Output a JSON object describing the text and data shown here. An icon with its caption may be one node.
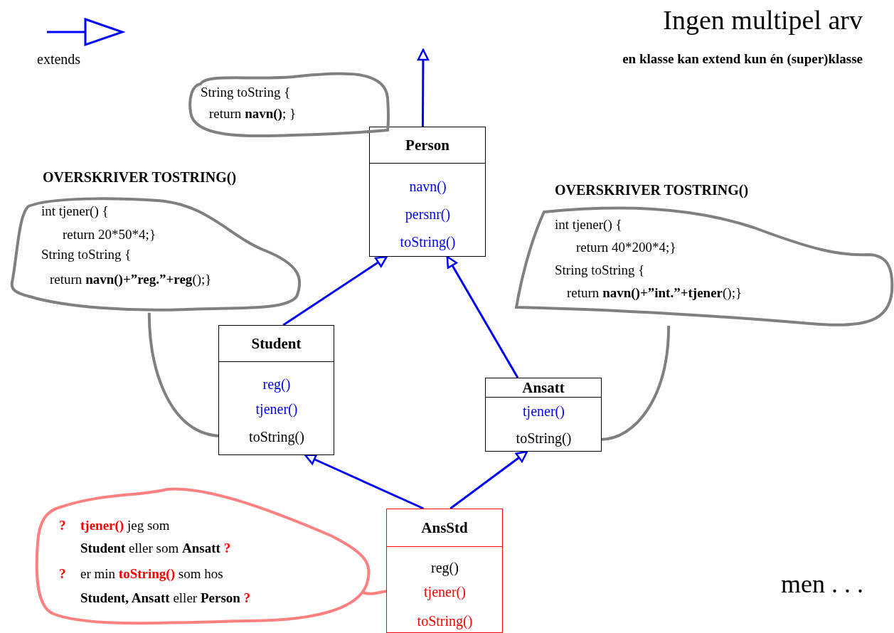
{
  "diagram": {
    "title": "Ingen multipel arv",
    "nodes": [
      {
        "text": [
          "Person"
        ]
      },
      {
        "text": [
          "navn()"
        ],
        "in": 0
      },
      {
        "text": [
          "persnr()"
        ],
        "in": 0
      },
      {
        "text": [
          "toString()"
        ],
        "in": 0
      },
      {
        "text": [
          "Student"
        ]
      },
      {
        "text": [
          "reg()"
        ],
        "in": 4
      },
      {
        "text": [
          "tjener()"
        ],
        "in": 4
      },
      {
        "text": [
          "toString()"
        ],
        "in": 4
      },
      {
        "text": [
          "Ansatt"
        ]
      },
      {
        "text": [
          "tjener()"
        ],
        "in": 8
      },
      {
        "text": [
          "toString()"
        ],
        "in": 8
      },
      {
        "text": [
          "AnsStd"
        ]
      },
      {
        "text": [
          "reg()"
        ],
        "in": 11
      },
      {
        "text": [
          "tjener()"
        ],
        "in": 11
      },
      {
        "text": [
          "toString()"
        ],
        "in": 11
      },
      {
        "text": [
          "String toString {",
          "return **navn()**; }"
        ]
      },
      {
        "text": [
          "OVERSKRIVER TOSTRING()",
          "int tjener() {",
          "return 20*50*4;}",
          "String toString {",
          "return **navn()+”reg.”+reg**();}"
        ]
      },
      {
        "text": [
          "OVERSKRIVER TOSTRING()",
          "int tjener() {",
          "return 40*200*4;}",
          "String toString {",
          "return **navn()+”int.”+tjener**();}"
        ]
      },
      {
        "text": [
          "?",
          "**tjener()** jeg som",
          "**Student** eller som **Ansatt** **?**",
          "?",
          "er min **toString()** som hos",
          "**Student, Ansatt** eller **Person** **?**"
        ]
      }
    ],
    "edges": [
      {
        "from": 4,
        "to": 0,
        "arrow": "to"
      },
      {
        "from": 8,
        "to": 0,
        "arrow": "to"
      },
      {
        "from": 11,
        "to": 4,
        "arrow": "to"
      },
      {
        "from": 11,
        "to": 8,
        "arrow": "to"
      },
      {
        "from": 0,
        "to": null,
        "arrow": "to"
      },
      {
        "from": 15,
        "to": 0,
        "arrow": "none",
        "color": "#808080"
      },
      {
        "from": 16,
        "to": 7,
        "arrow": "none",
        "color": "#808080"
      },
      {
        "from": 17,
        "to": 10,
        "arrow": "none",
        "color": "#808080"
      },
      {
        "from": 18,
        "to": 13,
        "arrow": "none",
        "color": "#ff8080"
      }
    ],
    "labels": [
      "en klasse kan extend kun én (super)klasse",
      "men . . ."
    ],
    "legend": [
      {
        "text": "extends"
      }
    ]
  }
}
